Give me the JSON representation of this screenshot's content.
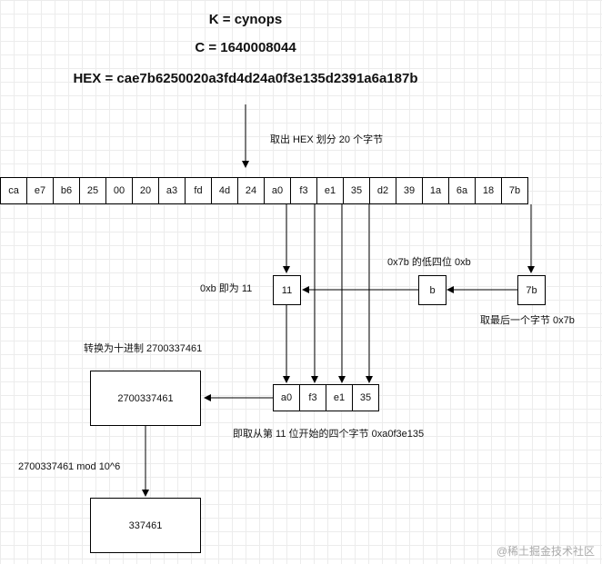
{
  "header": {
    "k_line": "K = cynops",
    "c_line": "C = 1640008044",
    "hex_line": "HEX = cae7b6250020a3fd4d24a0f3e135d2391a6a187b"
  },
  "bytes": [
    "ca",
    "e7",
    "b6",
    "25",
    "00",
    "20",
    "a3",
    "fd",
    "4d",
    "24",
    "a0",
    "f3",
    "e1",
    "35",
    "d2",
    "39",
    "1a",
    "6a",
    "18",
    "7b"
  ],
  "selected_bytes": [
    "a0",
    "f3",
    "e1",
    "35"
  ],
  "boxes": {
    "last_byte": "7b",
    "low_nibble": "b",
    "offset": "11",
    "decimal": "2700337461",
    "result": "337461"
  },
  "labels": {
    "split_hex": "取出 HEX 划分 20 个字节",
    "low_nibble": "0x7b 的低四位 0xb",
    "offset": "0xb 即为 11",
    "last_byte": "取最后一个字节 0x7b",
    "to_decimal": "转换为十进制 2700337461",
    "four_bytes": "即取从第 11 位开始的四个字节 0xa0f3e135",
    "mod": "2700337461 mod 10^6"
  },
  "watermark": "@稀土掘金技术社区"
}
